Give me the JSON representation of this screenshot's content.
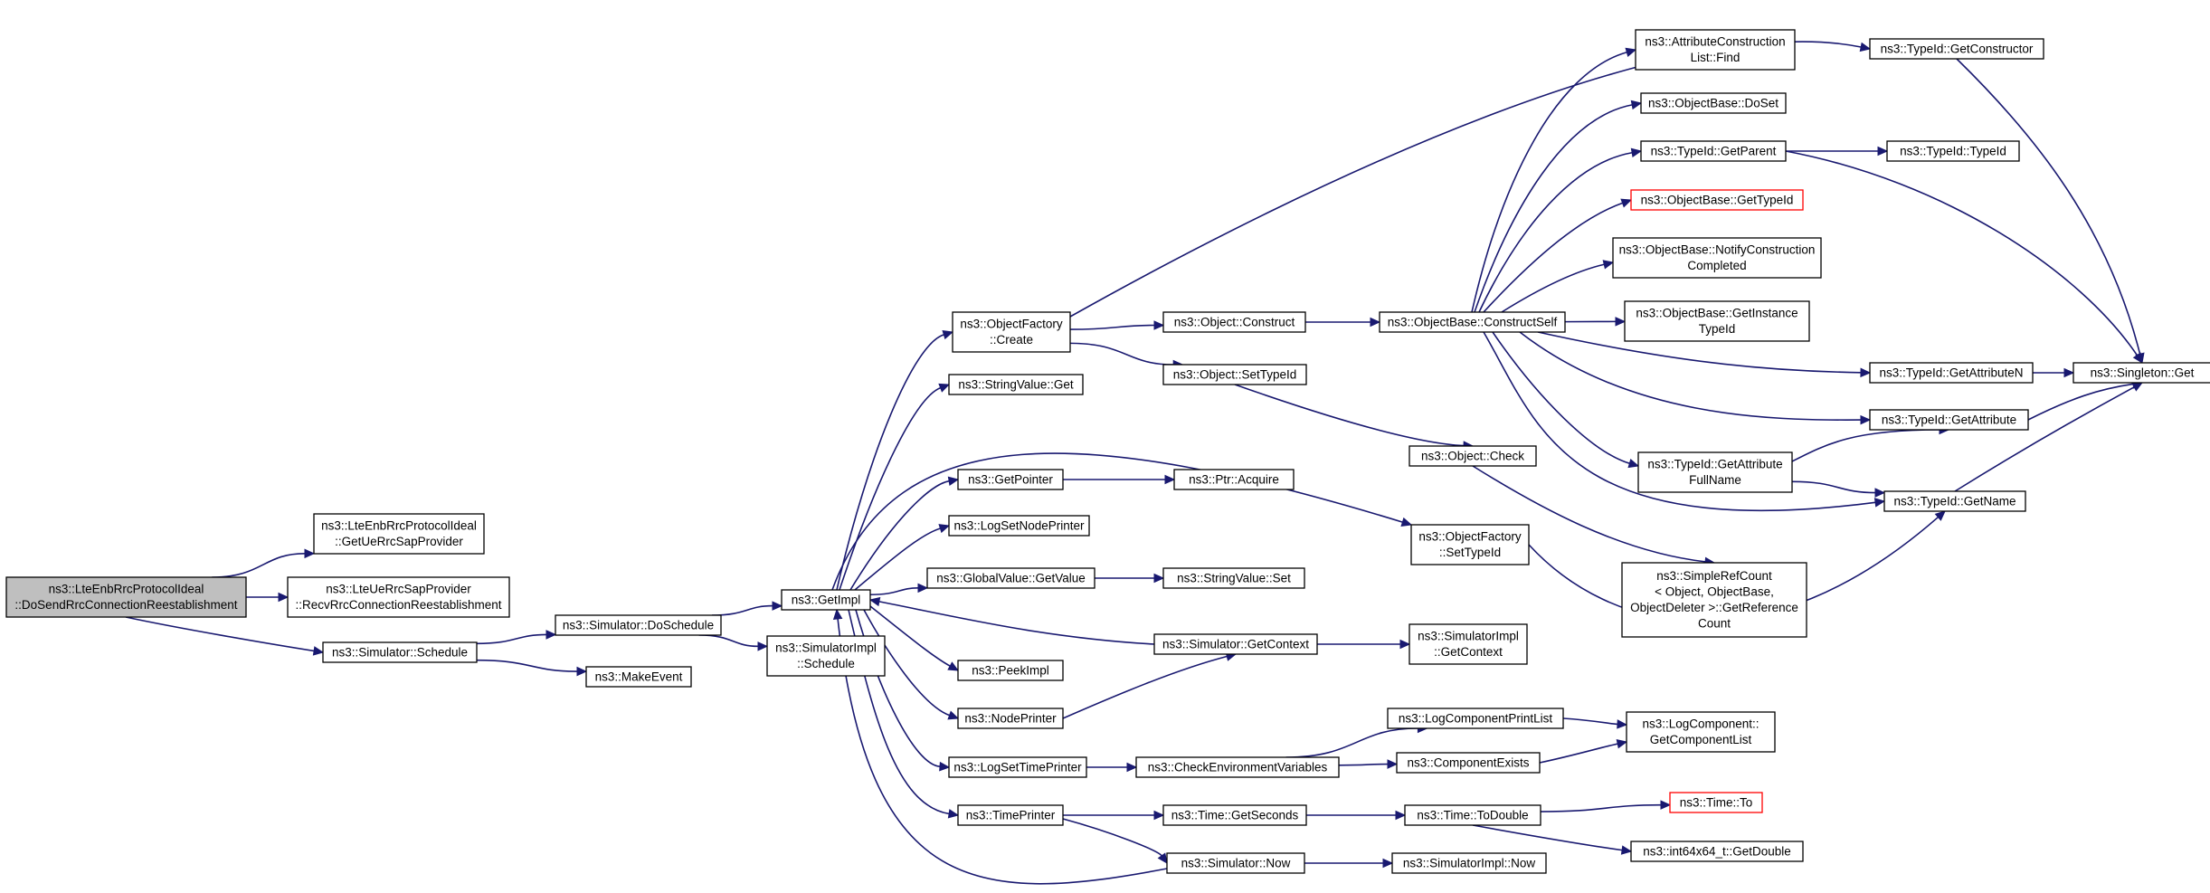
{
  "graph": {
    "type": "call-graph",
    "edge_color": "#191970",
    "node_fill": "#ffffff",
    "root_fill": "#bfbfbf",
    "truncated_border_color": "#ff0000",
    "nodes": [
      {
        "id": "root",
        "lines": [
          "ns3::LteEnbRrcProtocolIdeal",
          "::DoSendRrcConnectionReestablishment"
        ],
        "style": "root"
      },
      {
        "id": "getUeRrcSap",
        "lines": [
          "ns3::LteEnbRrcProtocolIdeal",
          "::GetUeRrcSapProvider"
        ]
      },
      {
        "id": "recvRrc",
        "lines": [
          "ns3::LteUeRrcSapProvider",
          "::RecvRrcConnectionReestablishment"
        ]
      },
      {
        "id": "schedule",
        "lines": [
          "ns3::Simulator::Schedule"
        ]
      },
      {
        "id": "doSchedule",
        "lines": [
          "ns3::Simulator::DoSchedule"
        ]
      },
      {
        "id": "makeEvent",
        "lines": [
          "ns3::MakeEvent"
        ]
      },
      {
        "id": "getImpl",
        "lines": [
          "ns3::GetImpl"
        ]
      },
      {
        "id": "simImplSchedule",
        "lines": [
          "ns3::SimulatorImpl",
          "::Schedule"
        ]
      },
      {
        "id": "ofCreate",
        "lines": [
          "ns3::ObjectFactory",
          "::Create"
        ]
      },
      {
        "id": "svGet",
        "lines": [
          "ns3::StringValue::Get"
        ]
      },
      {
        "id": "getPointer",
        "lines": [
          "ns3::GetPointer"
        ]
      },
      {
        "id": "logSetNodePrinter",
        "lines": [
          "ns3::LogSetNodePrinter"
        ]
      },
      {
        "id": "gvGetValue",
        "lines": [
          "ns3::GlobalValue::GetValue"
        ]
      },
      {
        "id": "peekImpl",
        "lines": [
          "ns3::PeekImpl"
        ]
      },
      {
        "id": "nodePrinter",
        "lines": [
          "ns3::NodePrinter"
        ]
      },
      {
        "id": "logSetTimePrinter",
        "lines": [
          "ns3::LogSetTimePrinter"
        ]
      },
      {
        "id": "timePrinter",
        "lines": [
          "ns3::TimePrinter"
        ]
      },
      {
        "id": "objConstruct",
        "lines": [
          "ns3::Object::Construct"
        ]
      },
      {
        "id": "objSetTypeId",
        "lines": [
          "ns3::Object::SetTypeId"
        ]
      },
      {
        "id": "ptrAcquire",
        "lines": [
          "ns3::Ptr::Acquire"
        ]
      },
      {
        "id": "svSet",
        "lines": [
          "ns3::StringValue::Set"
        ]
      },
      {
        "id": "simGetContext",
        "lines": [
          "ns3::Simulator::GetContext"
        ]
      },
      {
        "id": "checkEnv",
        "lines": [
          "ns3::CheckEnvironmentVariables"
        ]
      },
      {
        "id": "timeGetSeconds",
        "lines": [
          "ns3::Time::GetSeconds"
        ]
      },
      {
        "id": "simNow",
        "lines": [
          "ns3::Simulator::Now"
        ]
      },
      {
        "id": "obConstructSelf",
        "lines": [
          "ns3::ObjectBase::ConstructSelf"
        ]
      },
      {
        "id": "objCheck",
        "lines": [
          "ns3::Object::Check"
        ]
      },
      {
        "id": "ofSetTypeId",
        "lines": [
          "ns3::ObjectFactory",
          "::SetTypeId"
        ]
      },
      {
        "id": "simImplGetContext",
        "lines": [
          "ns3::SimulatorImpl",
          "::GetContext"
        ]
      },
      {
        "id": "logCompPrintList",
        "lines": [
          "ns3::LogComponentPrintList"
        ]
      },
      {
        "id": "compExists",
        "lines": [
          "ns3::ComponentExists"
        ]
      },
      {
        "id": "timeToDouble",
        "lines": [
          "ns3::Time::ToDouble"
        ]
      },
      {
        "id": "simImplNow",
        "lines": [
          "ns3::SimulatorImpl::Now"
        ]
      },
      {
        "id": "acListFind",
        "lines": [
          "ns3::AttributeConstruction",
          "List::Find"
        ]
      },
      {
        "id": "obDoSet",
        "lines": [
          "ns3::ObjectBase::DoSet"
        ]
      },
      {
        "id": "tidGetParent",
        "lines": [
          "ns3::TypeId::GetParent"
        ]
      },
      {
        "id": "obGetTypeId",
        "lines": [
          "ns3::ObjectBase::GetTypeId"
        ],
        "style": "truncated"
      },
      {
        "id": "obNotify",
        "lines": [
          "ns3::ObjectBase::NotifyConstruction",
          "Completed"
        ]
      },
      {
        "id": "obGetInstance",
        "lines": [
          "ns3::ObjectBase::GetInstance",
          "TypeId"
        ]
      },
      {
        "id": "tidGetAttrFull",
        "lines": [
          "ns3::TypeId::GetAttribute",
          "FullName"
        ]
      },
      {
        "id": "simpleRef",
        "lines": [
          "ns3::SimpleRefCount",
          "< Object, ObjectBase,",
          "ObjectDeleter >::GetReference",
          "Count"
        ]
      },
      {
        "id": "logCompGetList",
        "lines": [
          "ns3::LogComponent::",
          "GetComponentList"
        ]
      },
      {
        "id": "timeTo",
        "lines": [
          "ns3::Time::To"
        ],
        "style": "truncated"
      },
      {
        "id": "int64GetDouble",
        "lines": [
          "ns3::int64x64_t::GetDouble"
        ]
      },
      {
        "id": "tidGetConstructor",
        "lines": [
          "ns3::TypeId::GetConstructor"
        ]
      },
      {
        "id": "tidTypeId",
        "lines": [
          "ns3::TypeId::TypeId"
        ]
      },
      {
        "id": "tidGetAttributeN",
        "lines": [
          "ns3::TypeId::GetAttributeN"
        ]
      },
      {
        "id": "tidGetAttribute",
        "lines": [
          "ns3::TypeId::GetAttribute"
        ]
      },
      {
        "id": "tidGetName",
        "lines": [
          "ns3::TypeId::GetName"
        ]
      },
      {
        "id": "singletonGet",
        "lines": [
          "ns3::Singleton::Get"
        ]
      }
    ],
    "edges": [
      [
        "root",
        "getUeRrcSap"
      ],
      [
        "root",
        "recvRrc"
      ],
      [
        "root",
        "schedule"
      ],
      [
        "schedule",
        "doSchedule"
      ],
      [
        "schedule",
        "makeEvent"
      ],
      [
        "doSchedule",
        "getImpl"
      ],
      [
        "doSchedule",
        "simImplSchedule"
      ],
      [
        "getImpl",
        "ofCreate"
      ],
      [
        "getImpl",
        "svGet"
      ],
      [
        "getImpl",
        "getPointer"
      ],
      [
        "getImpl",
        "logSetNodePrinter"
      ],
      [
        "getImpl",
        "gvGetValue"
      ],
      [
        "getImpl",
        "peekImpl"
      ],
      [
        "getImpl",
        "nodePrinter"
      ],
      [
        "getImpl",
        "logSetTimePrinter"
      ],
      [
        "getImpl",
        "timePrinter"
      ],
      [
        "getImpl",
        "ofSetTypeId"
      ],
      [
        "ofCreate",
        "objConstruct"
      ],
      [
        "ofCreate",
        "objSetTypeId"
      ],
      [
        "ofCreate",
        "tidGetConstructor"
      ],
      [
        "getPointer",
        "ptrAcquire"
      ],
      [
        "gvGetValue",
        "svSet"
      ],
      [
        "simGetContext",
        "getImpl"
      ],
      [
        "simGetContext",
        "simImplGetContext"
      ],
      [
        "nodePrinter",
        "simGetContext"
      ],
      [
        "logSetTimePrinter",
        "checkEnv"
      ],
      [
        "timePrinter",
        "timeGetSeconds"
      ],
      [
        "timePrinter",
        "simNow"
      ],
      [
        "simNow",
        "getImpl"
      ],
      [
        "simNow",
        "simImplNow"
      ],
      [
        "objConstruct",
        "obConstructSelf"
      ],
      [
        "objSetTypeId",
        "objCheck"
      ],
      [
        "objCheck",
        "simpleRef"
      ],
      [
        "ofSetTypeId",
        "tidGetName"
      ],
      [
        "checkEnv",
        "logCompPrintList"
      ],
      [
        "checkEnv",
        "compExists"
      ],
      [
        "logCompPrintList",
        "logCompGetList"
      ],
      [
        "compExists",
        "logCompGetList"
      ],
      [
        "timeGetSeconds",
        "timeToDouble"
      ],
      [
        "timeToDouble",
        "timeTo"
      ],
      [
        "timeToDouble",
        "int64GetDouble"
      ],
      [
        "obConstructSelf",
        "acListFind"
      ],
      [
        "obConstructSelf",
        "obDoSet"
      ],
      [
        "obConstructSelf",
        "tidGetParent"
      ],
      [
        "obConstructSelf",
        "obGetTypeId"
      ],
      [
        "obConstructSelf",
        "obNotify"
      ],
      [
        "obConstructSelf",
        "obGetInstance"
      ],
      [
        "obConstructSelf",
        "tidGetAttributeN"
      ],
      [
        "obConstructSelf",
        "tidGetAttribute"
      ],
      [
        "obConstructSelf",
        "tidGetAttrFull"
      ],
      [
        "obConstructSelf",
        "tidGetName"
      ],
      [
        "tidGetParent",
        "tidTypeId"
      ],
      [
        "tidGetParent",
        "singletonGet"
      ],
      [
        "tidGetAttrFull",
        "tidGetAttribute"
      ],
      [
        "tidGetAttrFull",
        "tidGetName"
      ],
      [
        "tidGetConstructor",
        "singletonGet"
      ],
      [
        "tidGetAttributeN",
        "singletonGet"
      ],
      [
        "tidGetAttribute",
        "singletonGet"
      ],
      [
        "tidGetName",
        "singletonGet"
      ]
    ]
  }
}
